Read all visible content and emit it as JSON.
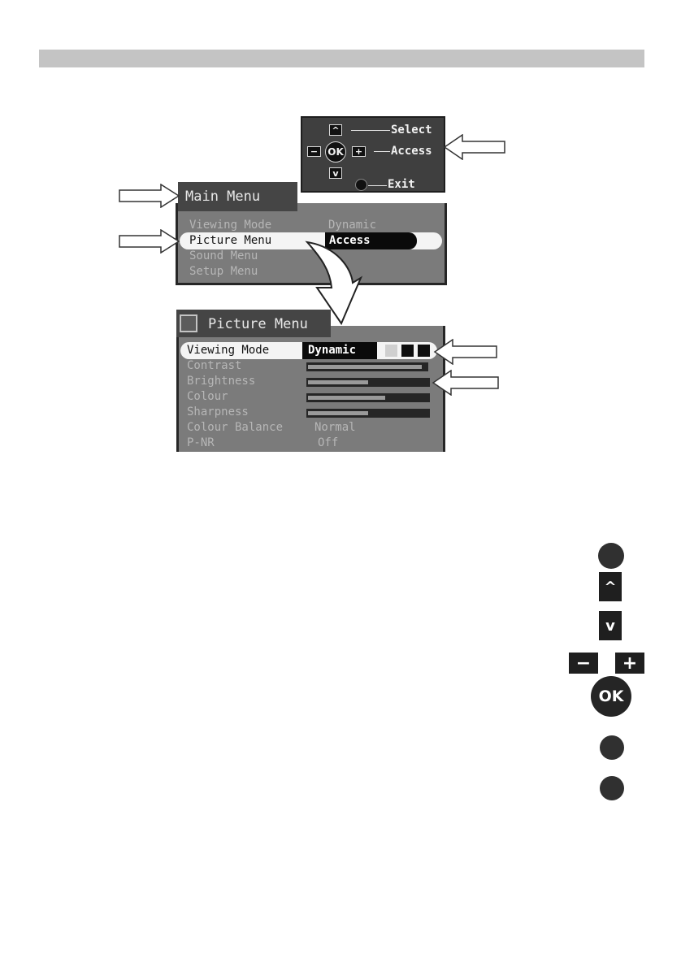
{
  "remote_legend": {
    "up_key": "^",
    "down_key": "v",
    "minus_key": "−",
    "plus_key": "+",
    "ok_key": "OK",
    "select_label": "Select",
    "access_label": "Access",
    "exit_label": "Exit"
  },
  "main_menu": {
    "title": "Main Menu",
    "items": [
      {
        "label": "Viewing Mode",
        "value": "Dynamic"
      },
      {
        "label": "Picture Menu",
        "value": "Access"
      },
      {
        "label": "Sound Menu",
        "value": ""
      },
      {
        "label": "Setup Menu",
        "value": ""
      }
    ]
  },
  "picture_menu": {
    "title": "Picture Menu",
    "items": [
      {
        "label": "Viewing Mode",
        "value": "Dynamic"
      },
      {
        "label": "Contrast",
        "level": 0.96
      },
      {
        "label": "Brightness",
        "level": 0.5
      },
      {
        "label": "Colour",
        "level": 0.64
      },
      {
        "label": "Sharpness",
        "level": 0.5
      },
      {
        "label": "Colour Balance",
        "value": "Normal"
      },
      {
        "label": "P-NR",
        "value": "Off"
      }
    ]
  },
  "side_remote": {
    "up_key": "^",
    "down_key": "v",
    "minus_key": "−",
    "plus_key": "+",
    "ok_key": "OK"
  },
  "colors": {
    "menu_bg": "#7b7b7b",
    "menu_title_bg": "#454545",
    "highlight": "#f4f4f4",
    "value_bg": "#0a0a0a"
  }
}
